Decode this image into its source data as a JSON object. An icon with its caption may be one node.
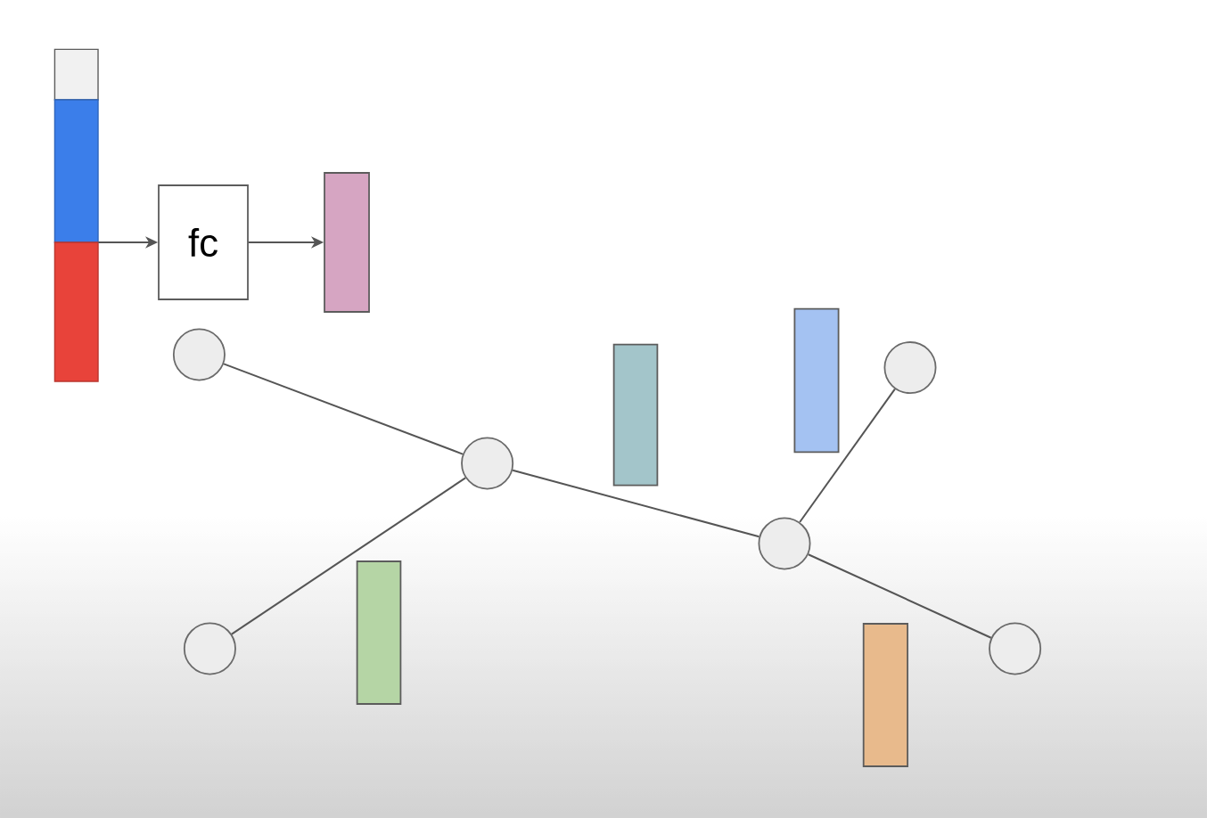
{
  "diagram": {
    "nodes": [
      {
        "text": [],
        "shape": "bar"
      },
      {
        "text": [
          "fc"
        ]
      },
      {
        "text": [],
        "shape": "bar"
      },
      {
        "text": [],
        "shape": "circle"
      },
      {
        "text": [],
        "shape": "circle"
      },
      {
        "text": [],
        "shape": "circle"
      },
      {
        "text": [],
        "shape": "circle"
      },
      {
        "text": [],
        "shape": "circle"
      },
      {
        "text": [],
        "shape": "circle"
      },
      {
        "text": [],
        "shape": "bar"
      },
      {
        "text": [],
        "shape": "bar"
      },
      {
        "text": [],
        "shape": "bar"
      },
      {
        "text": [],
        "shape": "bar"
      }
    ],
    "edges": [
      {
        "from": 0,
        "to": 1,
        "arrow": "to"
      },
      {
        "from": 1,
        "to": 2,
        "arrow": "to"
      },
      {
        "from": 3,
        "to": 5,
        "arrow": "none"
      },
      {
        "from": 4,
        "to": 5,
        "arrow": "none"
      },
      {
        "from": 5,
        "to": 6,
        "arrow": "none"
      },
      {
        "from": 6,
        "to": 7,
        "arrow": "none"
      },
      {
        "from": 6,
        "to": 8,
        "arrow": "none"
      }
    ]
  }
}
